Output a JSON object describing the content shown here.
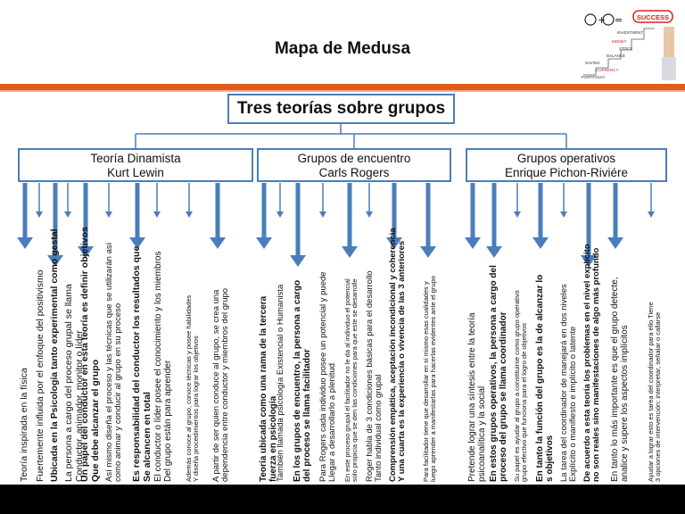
{
  "title": "Mapa de Medusa",
  "logo": {
    "icon": "success-staircase-icon",
    "words": [
      "SUCCESS",
      "INVESTMENT",
      "MONEY",
      "STOCK",
      "BALANCE",
      "SAVING",
      "CURRENCY",
      "PORTFOLIO"
    ]
  },
  "colors": {
    "accent": "#e25a1c",
    "box_border": "#4a7ebb",
    "arrow": "#4a7ebb"
  },
  "root": {
    "label": "Tres teorías sobre grupos"
  },
  "columns": [
    {
      "line1": "Teoría Dinamista",
      "line2": "Kurt Lewin",
      "items": [
        {
          "lines": [
            "Teoría inspirada en la física"
          ],
          "bold": false,
          "size": 10.5
        },
        {
          "lines": [
            "Fuertemente influida por el enfoque del positivismo"
          ],
          "bold": false,
          "size": 10.5
        },
        {
          "lines": [
            "Ubicada en la Psicología tanto experimental como gestal"
          ],
          "bold": true,
          "size": 10.5
        },
        {
          "lines": [
            "La persona a cargo del proceso grupal se llama",
            "Conductor, animador, monitor o líder"
          ],
          "bold": false,
          "size": 10.5
        },
        {
          "lines": [
            "Un papel del conductor en esta teoría es definir objetivos",
            "Que debe alcanzar el grupo"
          ],
          "bold": true,
          "size": 10.5
        },
        {
          "lines": [
            "Así mismo diseña el proceso y las técnicas que se utilizarán así",
            "como animar y conducir al grupo en su proceso"
          ],
          "bold": false,
          "size": 9.5
        },
        {
          "lines": [
            "Es responsabilidad del conductor los resultados que",
            "Se alcancen en total"
          ],
          "bold": true,
          "size": 10.5
        },
        {
          "lines": [
            "El conductor o líder posee el conocimiento y los miembros",
            "Del grupo están para aprender"
          ],
          "bold": false,
          "size": 10
        },
        {
          "lines": [
            "Además conoce al grupo, conoce técnicas y posee habilidades",
            "Y diseña procedimientos para lograr los objetivos"
          ],
          "bold": false,
          "size": 7.5
        },
        {
          "lines": [
            "A partir de ser quien conduce al grupo, se crea una",
            "dependencia entre conductor y miembros del grupo"
          ],
          "bold": false,
          "size": 9.5
        }
      ]
    },
    {
      "line1": "Grupos de encuentro",
      "line2": "Carls Rogers",
      "items": [
        {
          "lines": [
            "Teoría ubicada como una rama de la tercera",
            "fuerza en psicología"
          ],
          "bold": true,
          "size": 10
        },
        {
          "lines": [
            "También llamada psicología Existencial o Humanista"
          ],
          "bold": false,
          "size": 9.5
        },
        {
          "lines": [
            "En los grupos de encuentro, la persona a cargo",
            "del proceso se llama facilitador"
          ],
          "bold": true,
          "size": 10
        },
        {
          "lines": [
            "Para Rogers cada individuo posee un potencial y puede",
            "Llegar a desarrollarlo a plenitud"
          ],
          "bold": false,
          "size": 9.5
        },
        {
          "lines": [
            "En este proceso grupal el facilitador no le da al individuo el potencial",
            "solo propicia que se den las condiciones para que este se desarrolle"
          ],
          "bold": false,
          "size": 7.5
        },
        {
          "lines": [
            "Roger habla de 3 condiciones básicas para el desarrollo",
            "Tanto individual como grupal"
          ],
          "bold": false,
          "size": 9.5
        },
        {
          "lines": [
            "Comprensión empática, aceptación incondicional y coherencia",
            "Y una cuarta es la experiencia o vivencia de las 3 anteriores"
          ],
          "bold": true,
          "size": 9.5
        },
        {
          "lines": [
            "Para facilitador tiene que desarrollar en sí mismo esas cualidades y",
            "luego aprender a manifestarlas para hacerlas evidentes ante el grupo"
          ],
          "bold": false,
          "size": 7.5
        }
      ]
    },
    {
      "line1": "Grupos operativos",
      "line2": "Enrique Pichon-Riviére",
      "items": [
        {
          "lines": [
            "Pretende lograr una síntesis entre la teoría",
            "psicoanalítica y la social"
          ],
          "bold": false,
          "size": 10
        },
        {
          "lines": [
            "En estos grupos operativos, la persona a cargo del",
            "proceso del grupo se llama coordinador"
          ],
          "bold": true,
          "size": 10
        },
        {
          "lines": [
            "Su papel es ayudar al grupo a constituirse como grupo operativo",
            "grupo efectivo que funciona para el logro de objetivos"
          ],
          "bold": false,
          "size": 7.5
        },
        {
          "lines": [
            "En tanto la función del grupo es la de alcanzar lo",
            "s objetivos"
          ],
          "bold": true,
          "size": 10
        },
        {
          "lines": [
            "La tarea del coordinador de manejará en dos niveles",
            "Explícito o manifiesto e implícito o latente"
          ],
          "bold": false,
          "size": 9.5
        },
        {
          "lines": [
            "De acuerdo a esta teoría los problemas en el nivel explícito",
            "no son reales sino manifestaciones de algo más profundo"
          ],
          "bold": true,
          "size": 9.5
        },
        {
          "lines": [
            "En tanto lo más importante es que el grupo detecte,",
            "analice y supere los aspectos implícitos"
          ],
          "bold": false,
          "size": 10
        },
        {
          "lines": [
            "Ayudar a lograr esto es tarea del coordinador para ello Tiene",
            "3 opciones de intervención: interpretar, señalar o callarse"
          ],
          "bold": false,
          "size": 7.5
        }
      ]
    }
  ]
}
